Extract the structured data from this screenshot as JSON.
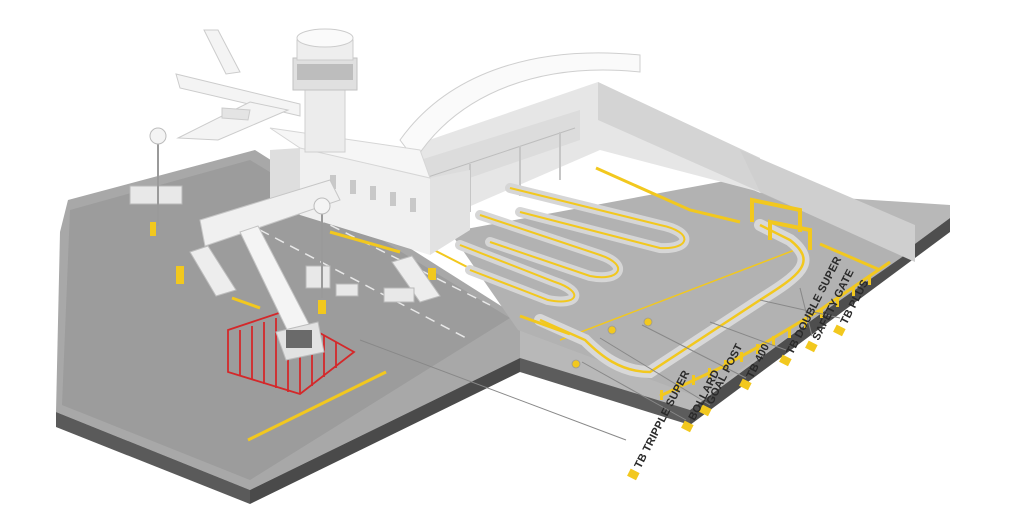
{
  "diagram": {
    "colors": {
      "safety_yellow": "#f2c81e",
      "marking_red": "#d4282a",
      "building_white": "#f4f4f4",
      "apron_grey": "#9c9c9c",
      "base_dark": "#555555"
    },
    "callouts": [
      {
        "id": "tb-plus",
        "label": "TB PLUS"
      },
      {
        "id": "safety-gate",
        "label": "SAFETY GATE"
      },
      {
        "id": "tb-double-super",
        "label": "TB DOUBLE SUPER"
      },
      {
        "id": "tb-400",
        "label": "TB 400"
      },
      {
        "id": "goal-post",
        "label": "GOAL POST"
      },
      {
        "id": "bollard",
        "label": "BOLLARD"
      },
      {
        "id": "tb-tripple-super",
        "label": "TB TRIPPLE SUPER"
      }
    ]
  }
}
